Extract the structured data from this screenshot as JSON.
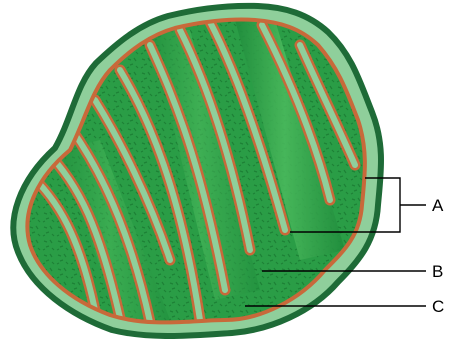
{
  "labels": {
    "a": "A",
    "b": "B",
    "c": "C"
  },
  "colors": {
    "outer_membrane": "#1e6b37",
    "intermembrane_space": "#8fcf9b",
    "inner_membrane": "#c8693a",
    "cristae_fill": "#7fc98d",
    "matrix": "#2fa64a",
    "matrix_dark": "#1f8c3c",
    "leader_line": "#000000"
  }
}
